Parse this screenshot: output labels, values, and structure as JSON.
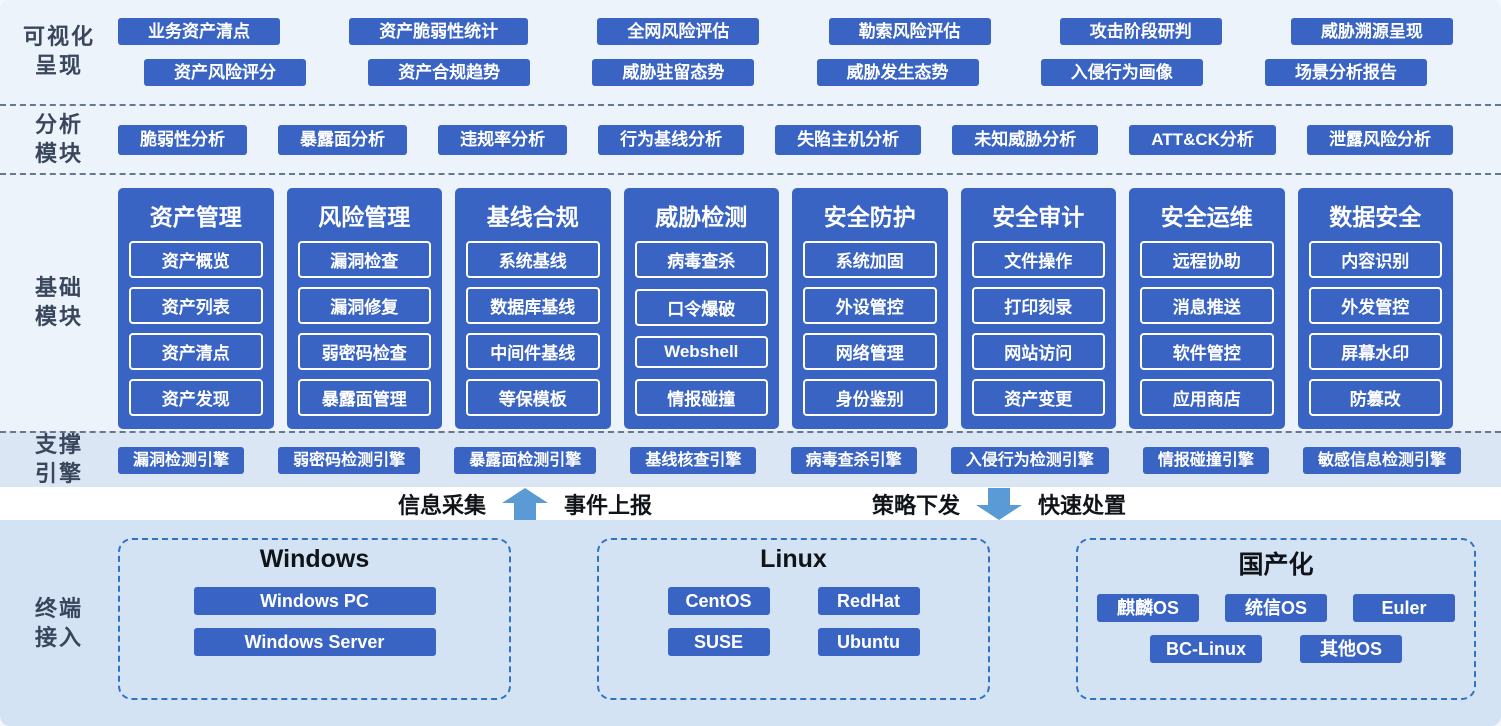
{
  "palette": {
    "button_blue": "#3a64c4",
    "bg_top": "#edf3fa",
    "bg_engines": "#dae6f3",
    "bg_terminal": "#d4e3f4",
    "dashed_separator": "#66788e",
    "dashed_box_border": "#2f74c0",
    "arrow_blue": "#5b9bd5",
    "side_label_color": "#39465c"
  },
  "side_labels": {
    "viz": [
      "可视化",
      "呈现"
    ],
    "analysis": [
      "分析",
      "模块"
    ],
    "base": [
      "基础",
      "模块"
    ],
    "engines": [
      "支撑",
      "引擎"
    ],
    "terminal": [
      "终端",
      "接入"
    ]
  },
  "viz": {
    "row1": [
      "业务资产清点",
      "资产脆弱性统计",
      "全网风险评估",
      "勒索风险评估",
      "攻击阶段研判",
      "威胁溯源呈现"
    ],
    "row2": [
      "资产风险评分",
      "资产合规趋势",
      "威胁驻留态势",
      "威胁发生态势",
      "入侵行为画像",
      "场景分析报告"
    ]
  },
  "analysis": [
    "脆弱性分析",
    "暴露面分析",
    "违规率分析",
    "行为基线分析",
    "失陷主机分析",
    "未知威胁分析",
    "ATT&CK分析",
    "泄露风险分析"
  ],
  "base_modules": [
    {
      "title": "资产管理",
      "items": [
        "资产概览",
        "资产列表",
        "资产清点",
        "资产发现"
      ]
    },
    {
      "title": "风险管理",
      "items": [
        "漏洞检查",
        "漏洞修复",
        "弱密码检查",
        "暴露面管理"
      ]
    },
    {
      "title": "基线合规",
      "items": [
        "系统基线",
        "数据库基线",
        "中间件基线",
        "等保模板"
      ]
    },
    {
      "title": "威胁检测",
      "items": [
        "病毒查杀",
        "口令爆破",
        "Webshell",
        "情报碰撞"
      ]
    },
    {
      "title": "安全防护",
      "items": [
        "系统加固",
        "外设管控",
        "网络管理",
        "身份鉴别"
      ]
    },
    {
      "title": "安全审计",
      "items": [
        "文件操作",
        "打印刻录",
        "网站访问",
        "资产变更"
      ]
    },
    {
      "title": "安全运维",
      "items": [
        "远程协助",
        "消息推送",
        "软件管控",
        "应用商店"
      ]
    },
    {
      "title": "数据安全",
      "items": [
        "内容识别",
        "外发管控",
        "屏幕水印",
        "防篡改"
      ]
    }
  ],
  "engines": [
    "漏洞检测引擎",
    "弱密码检测引擎",
    "暴露面检测引擎",
    "基线核查引擎",
    "病毒查杀引擎",
    "入侵行为检测引擎",
    "情报碰撞引擎",
    "敏感信息检测引擎"
  ],
  "flow": {
    "collect": "信息采集",
    "report": "事件上报",
    "dispatch": "策略下发",
    "handle": "快速处置"
  },
  "terminals": [
    {
      "title": "Windows",
      "rows": [
        [
          "Windows PC"
        ],
        [
          "Windows Server"
        ]
      ]
    },
    {
      "title": "Linux",
      "rows": [
        [
          "CentOS",
          "RedHat"
        ],
        [
          "SUSE",
          "Ubuntu"
        ]
      ]
    },
    {
      "title": "国产化",
      "rows": [
        [
          "麒麟OS",
          "统信OS",
          "Euler"
        ],
        [
          "BC-Linux",
          "其他OS"
        ]
      ]
    }
  ]
}
